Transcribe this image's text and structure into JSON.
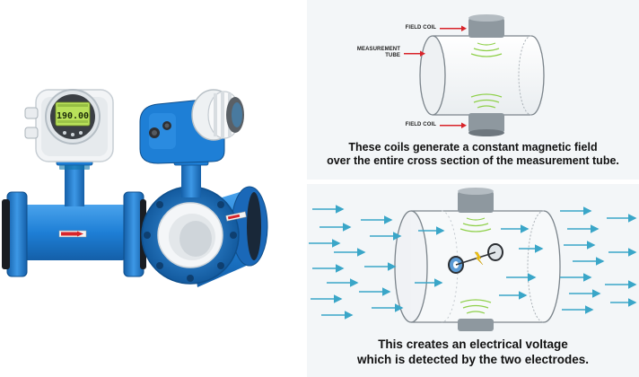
{
  "display": {
    "reading": "190.00"
  },
  "diagram_top": {
    "labels": {
      "field_coil_top": "FIELD COIL",
      "measurement_tube_1": "MEASUREMENT",
      "measurement_tube_2": "TUBE",
      "field_coil_bottom": "FIELD COIL"
    },
    "caption": {
      "line1": "These coils generate a constant magnetic field",
      "line2": "over the entire cross section of the measurement tube."
    }
  },
  "diagram_bottom": {
    "caption": {
      "line1": "This creates an electrical voltage",
      "line2": "which is detected by the two electrodes."
    }
  },
  "colors": {
    "flowmeter_blue": "#1e7fd6",
    "arrow": "#3aa6c8",
    "coil_gray": "#8e989f",
    "label_arrow": "#d8242a",
    "liner_white": "#f2f4f6"
  }
}
